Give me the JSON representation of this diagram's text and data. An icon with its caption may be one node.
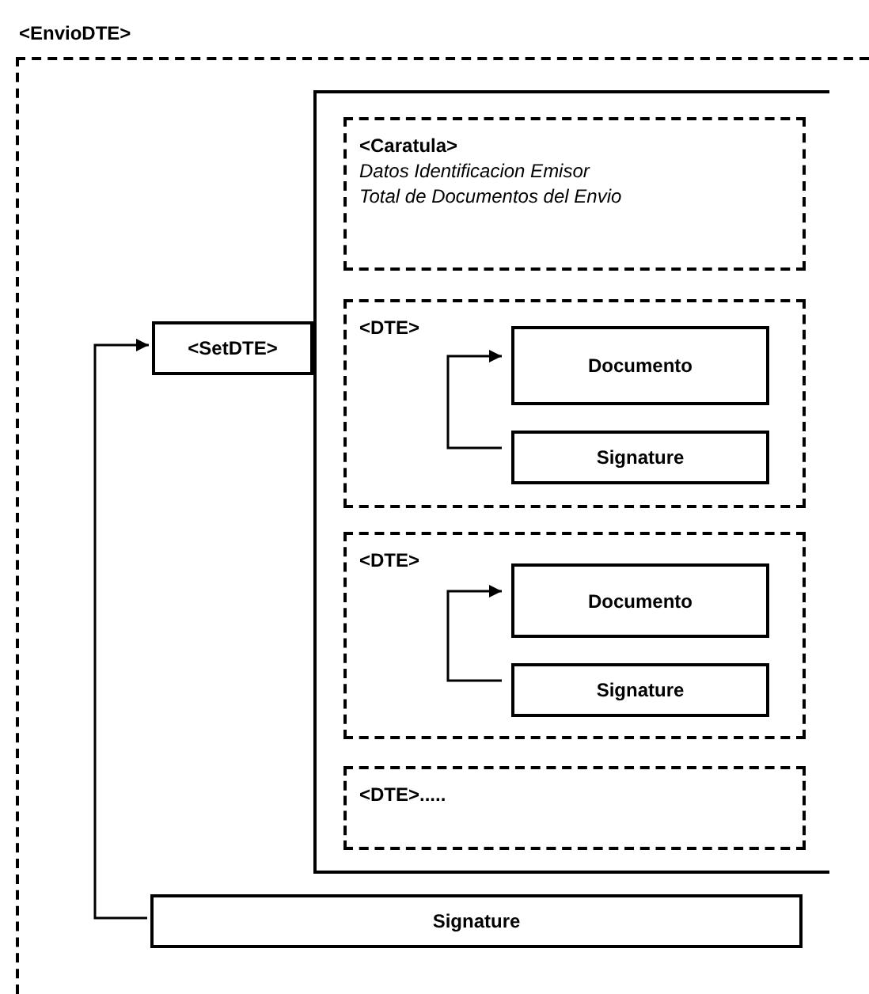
{
  "diagram": {
    "nodes": [
      {
        "text": [
          "<EnvioDTE>"
        ]
      },
      {
        "text": [
          "<SetDTE>"
        ],
        "in": 0
      },
      {
        "text": [],
        "shape": "box",
        "in": 0
      },
      {
        "text": [
          "<Caratula>",
          "Datos Identificacion Emisor",
          "Total de Documentos del Envio"
        ],
        "in": 2
      },
      {
        "text": [
          "<DTE>"
        ],
        "in": 2
      },
      {
        "text": [
          "Documento"
        ],
        "in": 4
      },
      {
        "text": [
          "Signature"
        ],
        "in": 4
      },
      {
        "text": [
          "<DTE>"
        ],
        "in": 2
      },
      {
        "text": [
          "Documento"
        ],
        "in": 7
      },
      {
        "text": [
          "Signature"
        ],
        "in": 7
      },
      {
        "text": [
          "<DTE>....."
        ],
        "in": 2
      },
      {
        "text": [
          "Signature"
        ],
        "in": 0
      }
    ],
    "edges": [
      {
        "from": 6,
        "to": 5,
        "arrow": "to"
      },
      {
        "from": 9,
        "to": 8,
        "arrow": "to"
      },
      {
        "from": 11,
        "to": 1,
        "arrow": "to"
      }
    ]
  }
}
